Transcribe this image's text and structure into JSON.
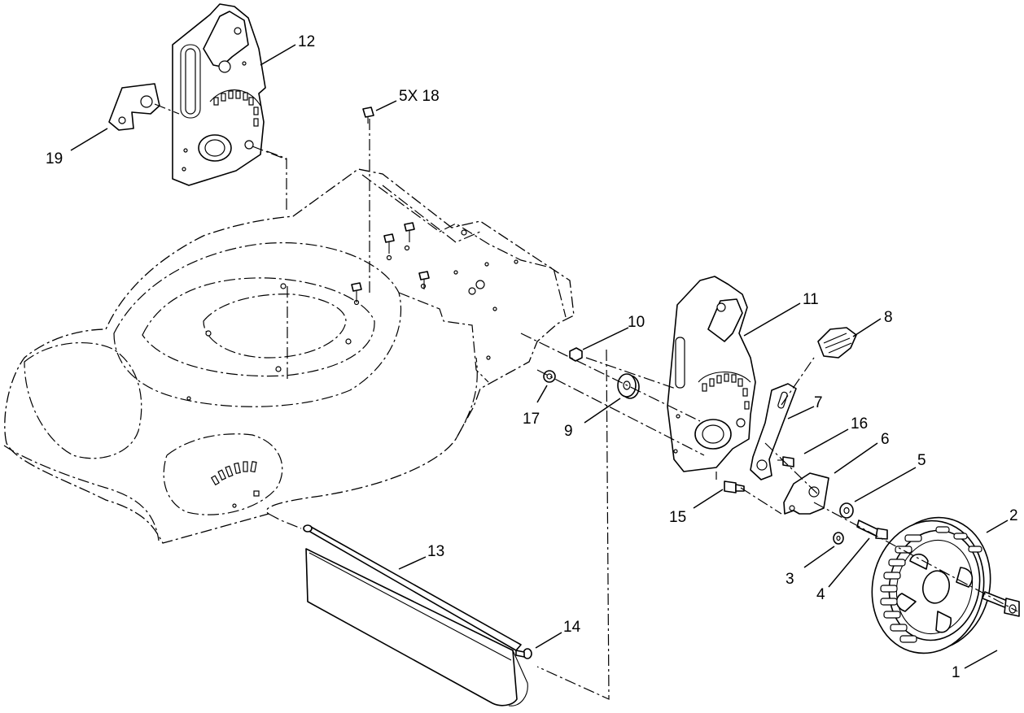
{
  "diagram": {
    "callouts": [
      {
        "id": "1",
        "label": "1"
      },
      {
        "id": "2",
        "label": "2"
      },
      {
        "id": "3",
        "label": "3"
      },
      {
        "id": "4",
        "label": "4"
      },
      {
        "id": "5",
        "label": "5"
      },
      {
        "id": "5x18",
        "label": "5X 18"
      },
      {
        "id": "6",
        "label": "6"
      },
      {
        "id": "7",
        "label": "7"
      },
      {
        "id": "8",
        "label": "8"
      },
      {
        "id": "9",
        "label": "9"
      },
      {
        "id": "10",
        "label": "10"
      },
      {
        "id": "11",
        "label": "11"
      },
      {
        "id": "12",
        "label": "12"
      },
      {
        "id": "13",
        "label": "13"
      },
      {
        "id": "14",
        "label": "14"
      },
      {
        "id": "15",
        "label": "15"
      },
      {
        "id": "16",
        "label": "16"
      },
      {
        "id": "17",
        "label": "17"
      },
      {
        "id": "19",
        "label": "19"
      }
    ]
  }
}
